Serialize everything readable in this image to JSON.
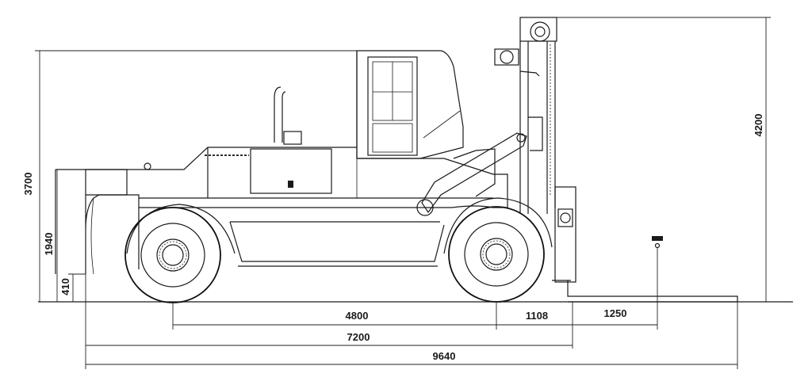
{
  "diagram": {
    "dimensions": {
      "height_overall": "3700",
      "mast_height": "4200",
      "wheel_height": "1940",
      "ground_clearance": "410",
      "wheelbase": "4800",
      "front_overhang": "1108",
      "load_center": "1250",
      "length_to_fork_face": "7200",
      "overall_length": "9640"
    }
  }
}
